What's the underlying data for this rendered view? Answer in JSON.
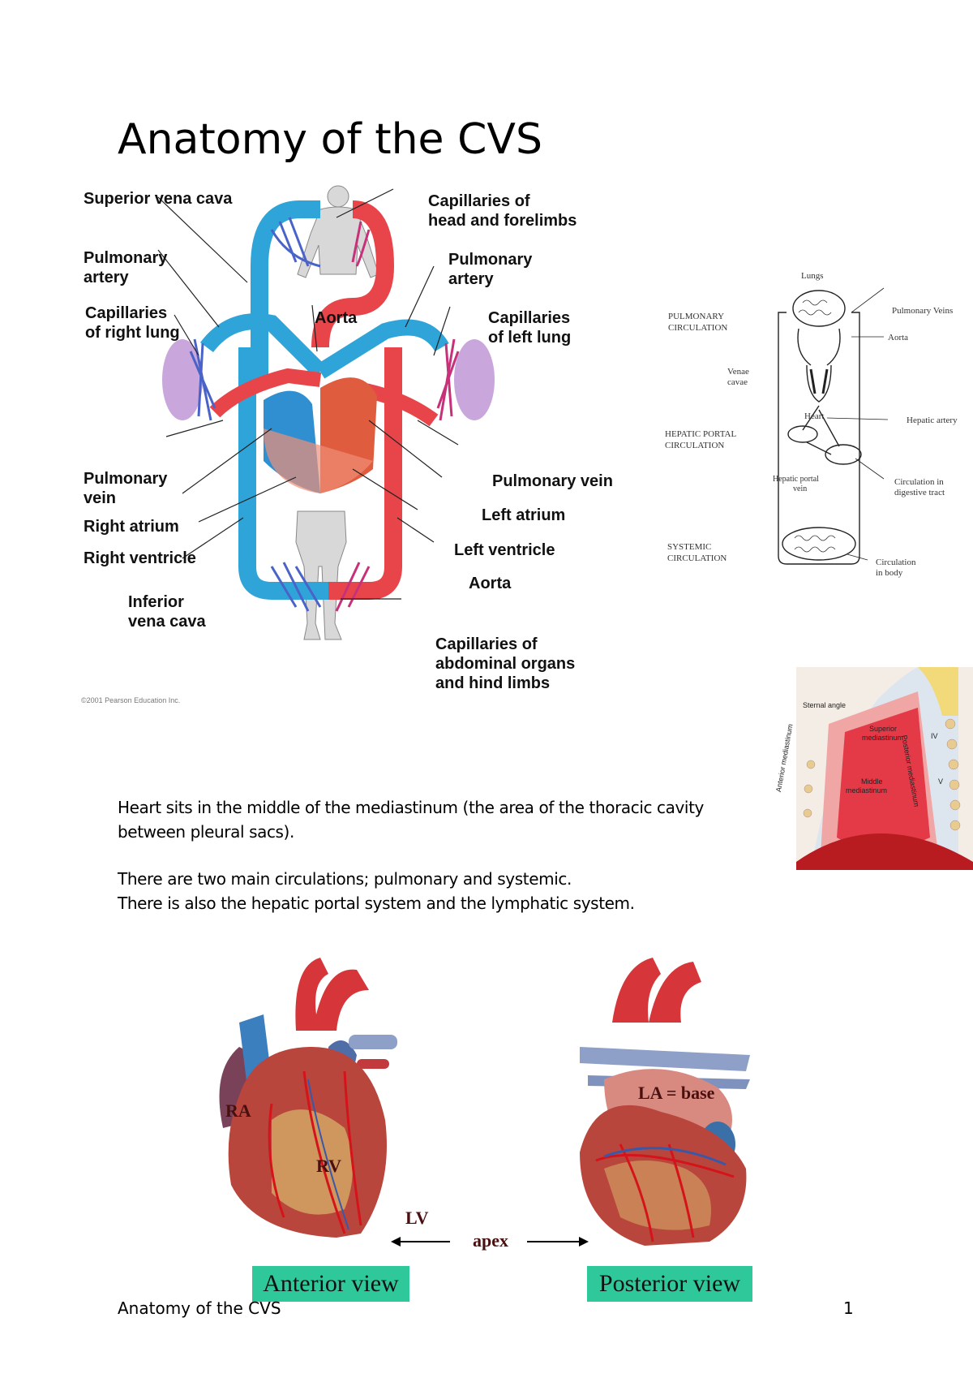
{
  "title": "Anatomy of the CVS",
  "circulation_diagram": {
    "labels": {
      "superior_vena_cava": "Superior vena cava",
      "capillaries_head_1": "Capillaries of",
      "capillaries_head_2": "head and forelimbs",
      "pulmonary_artery_left_1": "Pulmonary",
      "pulmonary_artery_left_2": "artery",
      "pulmonary_artery_right_1": "Pulmonary",
      "pulmonary_artery_right_2": "artery",
      "capillaries_right_lung_1": "Capillaries",
      "capillaries_right_lung_2": "of right lung",
      "aorta_top": "Aorta",
      "capillaries_left_lung_1": "Capillaries",
      "capillaries_left_lung_2": "of left lung",
      "pulmonary_vein_left_1": "Pulmonary",
      "pulmonary_vein_left_2": "vein",
      "pulmonary_vein_right": "Pulmonary vein",
      "right_atrium": "Right atrium",
      "left_atrium": "Left atrium",
      "right_ventricle": "Right ventricle",
      "left_ventricle": "Left ventricle",
      "aorta_bottom": "Aorta",
      "inferior_vena_cava_1": "Inferior",
      "inferior_vena_cava_2": "vena cava",
      "capillaries_abdominal_1": "Capillaries of",
      "capillaries_abdominal_2": "abdominal organs",
      "capillaries_abdominal_3": "and hind limbs",
      "copyright": "©2001 Pearson Education Inc."
    }
  },
  "schematic_diagram": {
    "lungs": "Lungs",
    "pulmonary_circulation_1": "PULMONARY",
    "pulmonary_circulation_2": "CIRCULATION",
    "pulmonary_veins": "Pulmonary Veins",
    "aorta": "Aorta",
    "venae_cavae_1": "Venae",
    "venae_cavae_2": "cavae",
    "heart": "Heart",
    "hepatic_artery": "Hepatic artery",
    "hepatic_portal_1": "HEPATIC PORTAL",
    "hepatic_portal_2": "CIRCULATION",
    "hepatic_portal_vein_1": "Hepatic portal",
    "hepatic_portal_vein_2": "vein",
    "circulation_digestive_1": "Circulation in",
    "circulation_digestive_2": "digestive tract",
    "systemic_1": "SYSTEMIC",
    "systemic_2": "CIRCULATION",
    "circulation_body_1": "Circulation",
    "circulation_body_2": "in body"
  },
  "mediastinum_diagram": {
    "sternal_angle": "Sternal angle",
    "superior_1": "Superior",
    "superior_2": "mediastinum",
    "middle_1": "Middle",
    "middle_2": "mediastinum",
    "anterior": "Anterior mediastinum",
    "posterior": "Posterior mediastinum",
    "iv": "IV",
    "v": "V"
  },
  "body": {
    "p1_line1": "Heart sits in the middle of the mediastinum (the area of the thoracic cavity",
    "p1_line2": "between pleural sacs).",
    "p2_line1": "There are two main circulations; pulmonary and systemic.",
    "p2_line2": "There is also the hepatic portal system and the lymphatic system."
  },
  "heart_views": {
    "ra": "RA",
    "rv": "RV",
    "lv": "LV",
    "la_base": "LA = base",
    "apex": "apex",
    "anterior_view": "Anterior view",
    "posterior_view": "Posterior view"
  },
  "footer": {
    "title": "Anatomy of the CVS",
    "page": "1"
  },
  "colors": {
    "oxygenated": "#e8454a",
    "deoxygenated": "#2fa4d8",
    "lung": "#c9a6dc",
    "capillary_blue": "#4a63c8",
    "capillary_red": "#c7317a",
    "heart_muscle": "#b9463c",
    "fat": "#d7b36a",
    "label_box": "#2ec89a"
  }
}
